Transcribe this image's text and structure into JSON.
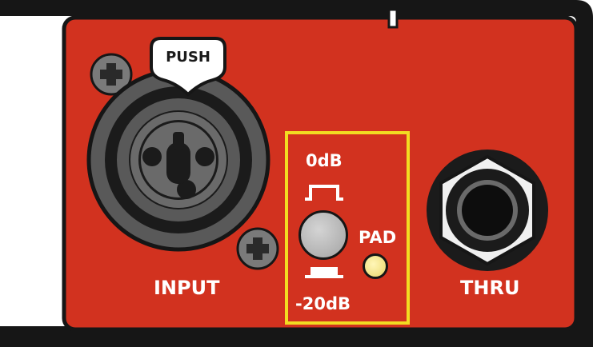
{
  "panel": {
    "push_label": "PUSH",
    "input_label": "INPUT",
    "thru_label": "THRU"
  },
  "pad_switch": {
    "top_label": "0dB",
    "bottom_label": "-20dB",
    "indicator_label": "PAD"
  },
  "colors": {
    "panel_red": "#d2321f",
    "highlight_yellow": "#f2dc22",
    "led_yellow": "#f3e489",
    "outline": "#161616"
  }
}
